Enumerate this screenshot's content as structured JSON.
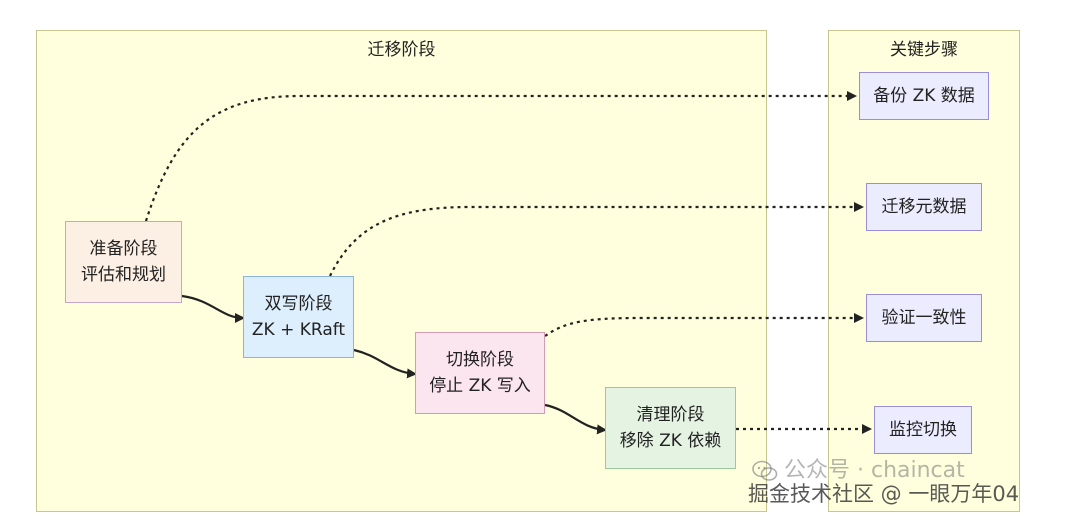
{
  "clusters": {
    "migration": {
      "title": "迁移阶段"
    },
    "steps": {
      "title": "关键步骤"
    }
  },
  "phases": {
    "prep": {
      "line1": "准备阶段",
      "line2": "评估和规划"
    },
    "dual": {
      "line1": "双写阶段",
      "line2": "ZK + KRaft"
    },
    "switch": {
      "line1": "切换阶段",
      "line2": "停止 ZK 写入"
    },
    "clean": {
      "line1": "清理阶段",
      "line2": "移除 ZK 依赖"
    }
  },
  "steps": {
    "backup": "备份 ZK 数据",
    "migrate": "迁移元数据",
    "verify": "验证一致性",
    "monitor": "监控切换"
  },
  "watermark": {
    "line1": "公众号 · chaincat",
    "line2": "掘金技术社区 @ 一眼万年04"
  },
  "colors": {
    "cluster_fill": "#ffffde",
    "cluster_border": "#c6c68e",
    "edge": "#222222",
    "step_fill": "#ececff",
    "step_border": "#9b8fd4"
  }
}
